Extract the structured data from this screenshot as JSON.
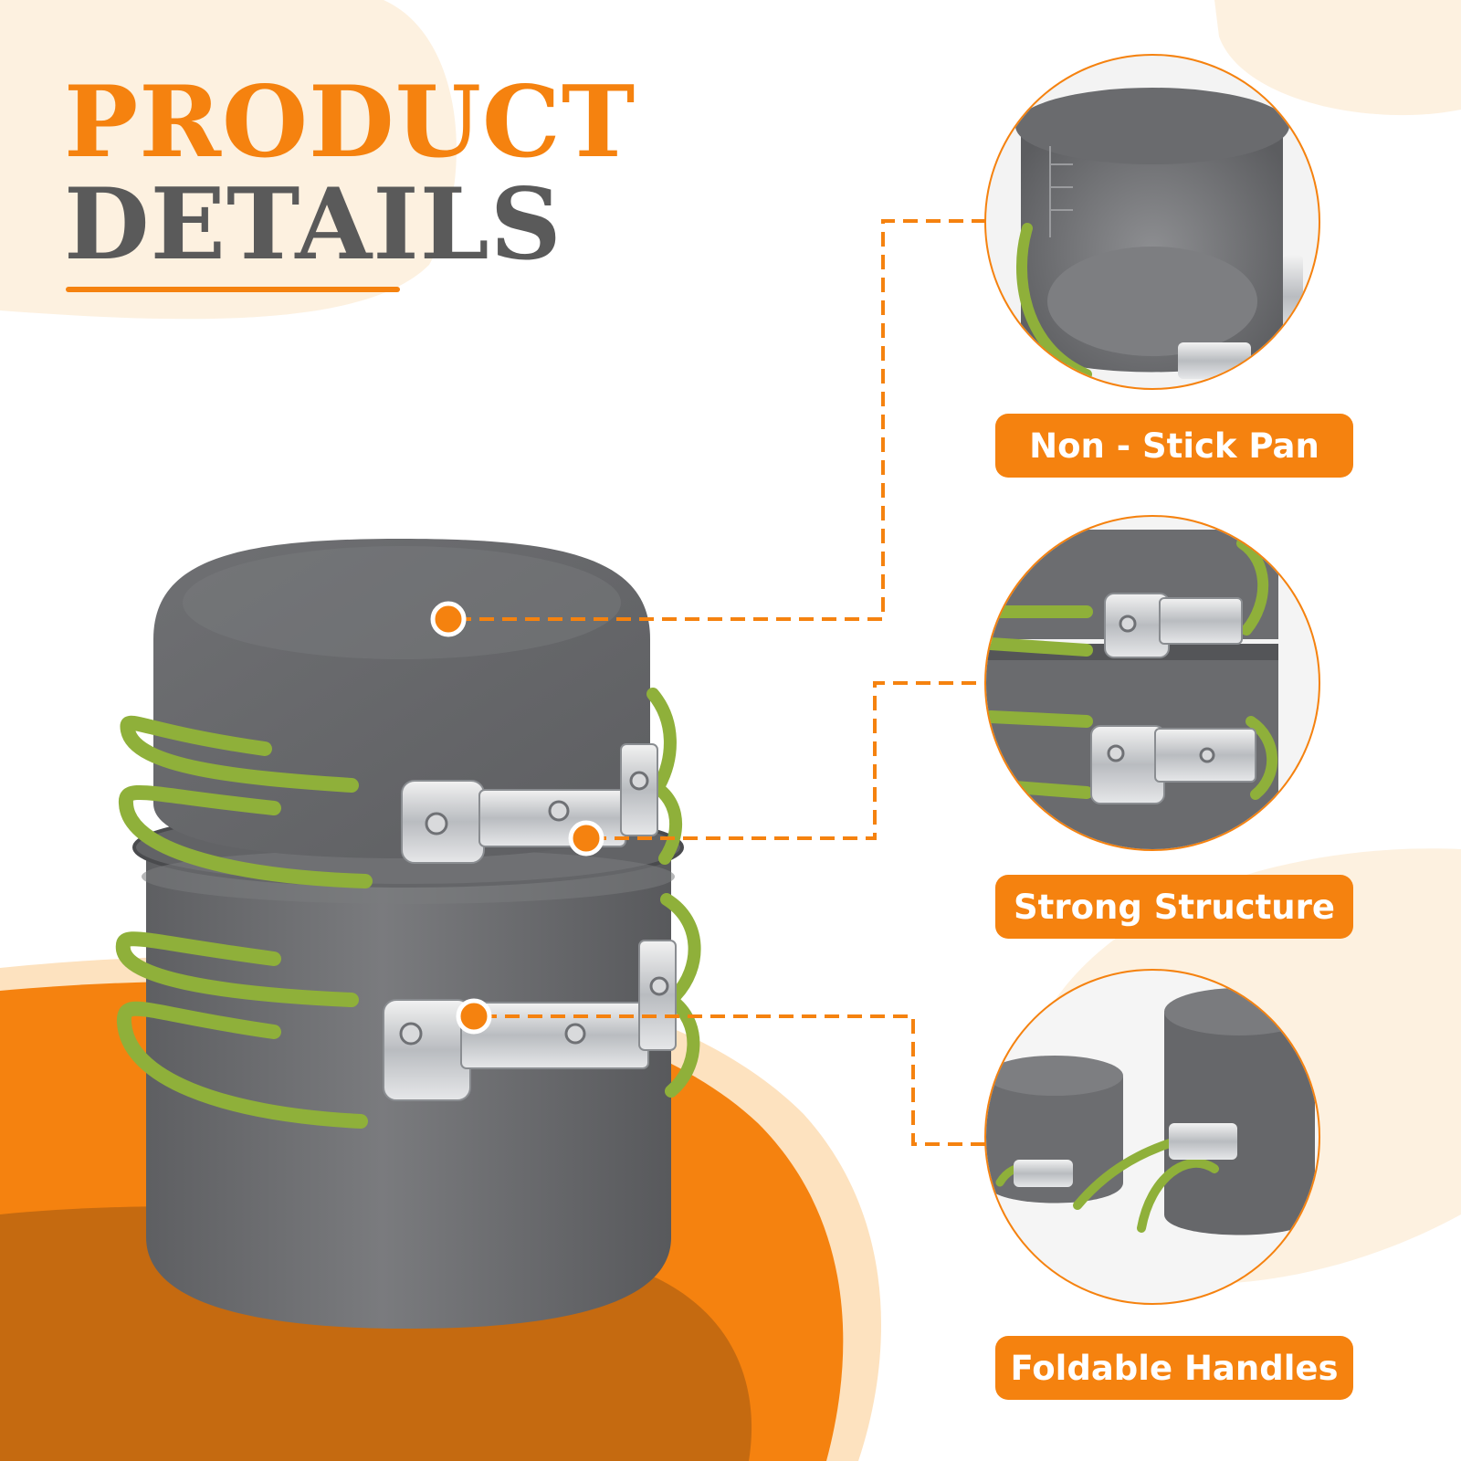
{
  "heading": {
    "line1": "PRODUCT",
    "line2": "DETAILS"
  },
  "features": [
    {
      "label": "Non - Stick Pan",
      "icon": "pan-interior-photo"
    },
    {
      "label": "Strong Structure",
      "icon": "handle-hinge-photo"
    },
    {
      "label": "Foldable Handles",
      "icon": "folded-handles-photo"
    }
  ],
  "colors": {
    "accent": "#f5820f",
    "heading_dark": "#5a5a5a",
    "pot_gray": "#6e6f72",
    "handle_green": "#8fb03a",
    "cream": "#fdf1e0",
    "dark_orange": "#c56a10"
  }
}
